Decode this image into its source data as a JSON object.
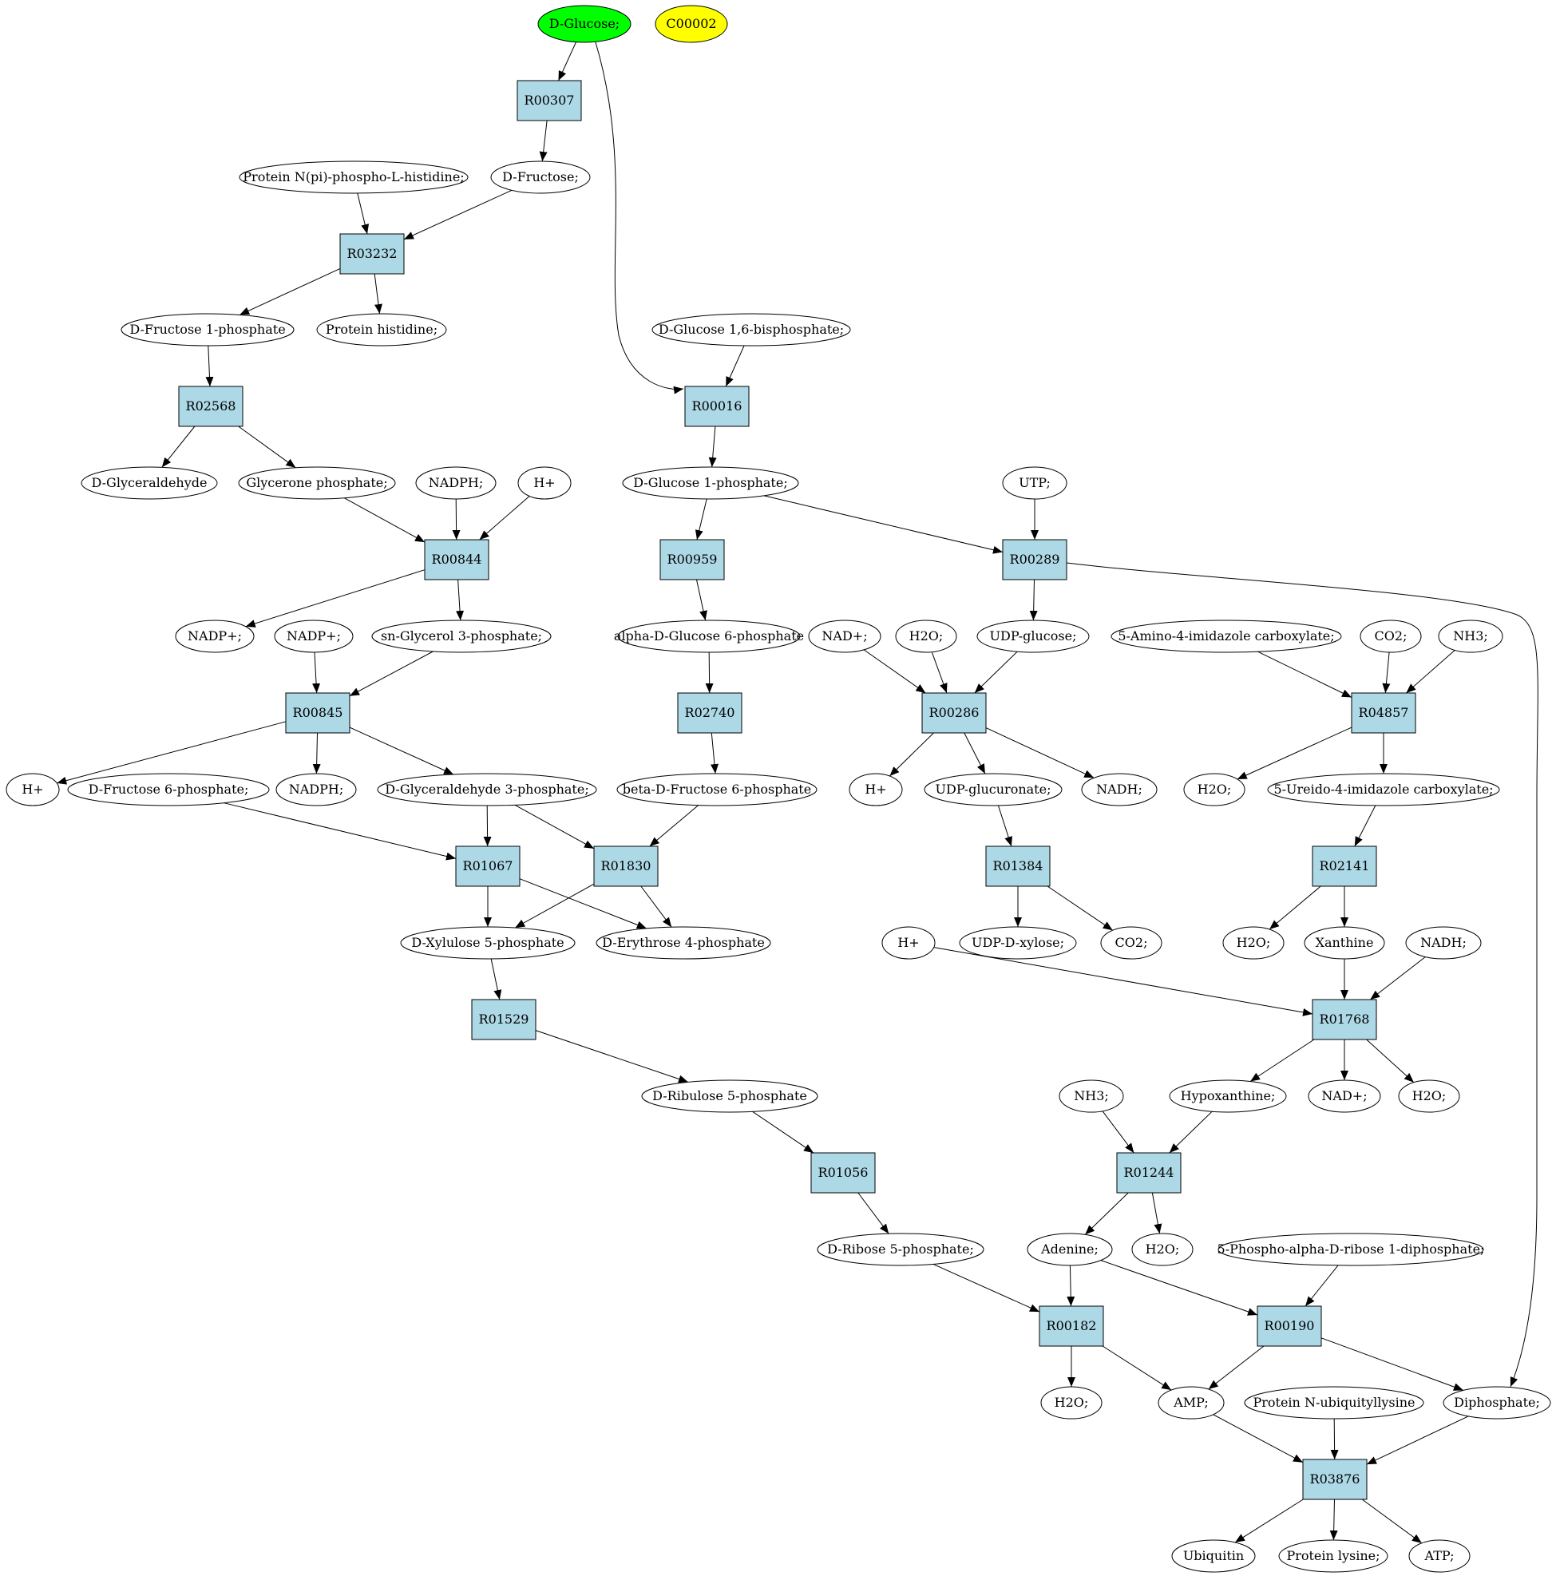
{
  "colors": {
    "start": "#00ff00",
    "target": "#ffff00",
    "reaction": "#add8e6",
    "node": "#ffffff",
    "stroke": "#000000"
  },
  "compounds": [
    {
      "id": "glc",
      "label": "D-Glucose;",
      "fill": "start"
    },
    {
      "id": "c2",
      "label": "C00002",
      "fill": "target"
    },
    {
      "id": "fru",
      "label": "D-Fructose;"
    },
    {
      "id": "pnhis",
      "label": "Protein N(pi)-phospho-L-histidine;"
    },
    {
      "id": "f1p",
      "label": "D-Fructose 1-phosphate"
    },
    {
      "id": "phis",
      "label": "Protein histidine;"
    },
    {
      "id": "g16bp",
      "label": "D-Glucose 1,6-bisphosphate;"
    },
    {
      "id": "glyal",
      "label": "D-Glyceraldehyde"
    },
    {
      "id": "gnp",
      "label": "Glycerone phosphate;"
    },
    {
      "id": "nadph1",
      "label": "NADPH;"
    },
    {
      "id": "hp1",
      "label": "H+"
    },
    {
      "id": "g1p",
      "label": "D-Glucose 1-phosphate;"
    },
    {
      "id": "utp",
      "label": "UTP;"
    },
    {
      "id": "nadp1",
      "label": "NADP+;"
    },
    {
      "id": "nadp2",
      "label": "NADP+;"
    },
    {
      "id": "g3p",
      "label": "sn-Glycerol 3-phosphate;"
    },
    {
      "id": "ag6p",
      "label": "alpha-D-Glucose 6-phosphate"
    },
    {
      "id": "nad1",
      "label": "NAD+;"
    },
    {
      "id": "h2o1",
      "label": "H2O;"
    },
    {
      "id": "udpg",
      "label": "UDP-glucose;"
    },
    {
      "id": "aica",
      "label": "5-Amino-4-imidazole carboxylate;"
    },
    {
      "id": "co2a",
      "label": "CO2;"
    },
    {
      "id": "nh3a",
      "label": "NH3;"
    },
    {
      "id": "hp2",
      "label": "H+"
    },
    {
      "id": "f6p",
      "label": "D-Fructose 6-phosphate;"
    },
    {
      "id": "nadph2",
      "label": "NADPH;"
    },
    {
      "id": "gap",
      "label": "D-Glyceraldehyde 3-phosphate;"
    },
    {
      "id": "bf6p",
      "label": "beta-D-Fructose 6-phosphate"
    },
    {
      "id": "hp3",
      "label": "H+"
    },
    {
      "id": "udpgl",
      "label": "UDP-glucuronate;"
    },
    {
      "id": "nadh1",
      "label": "NADH;"
    },
    {
      "id": "h2o2",
      "label": "H2O;"
    },
    {
      "id": "uica",
      "label": "5-Ureido-4-imidazole carboxylate;"
    },
    {
      "id": "xu5p",
      "label": "D-Xylulose 5-phosphate"
    },
    {
      "id": "e4p",
      "label": "D-Erythrose 4-phosphate"
    },
    {
      "id": "hp4",
      "label": "H+"
    },
    {
      "id": "udpx",
      "label": "UDP-D-xylose;"
    },
    {
      "id": "co2b",
      "label": "CO2;"
    },
    {
      "id": "h2o3",
      "label": "H2O;"
    },
    {
      "id": "xan",
      "label": "Xanthine"
    },
    {
      "id": "nadh2",
      "label": "NADH;"
    },
    {
      "id": "ru5p",
      "label": "D-Ribulose 5-phosphate"
    },
    {
      "id": "nh3b",
      "label": "NH3;"
    },
    {
      "id": "hyp",
      "label": "Hypoxanthine;"
    },
    {
      "id": "nad2",
      "label": "NAD+;"
    },
    {
      "id": "h2o4",
      "label": "H2O;"
    },
    {
      "id": "r5p",
      "label": "D-Ribose 5-phosphate;"
    },
    {
      "id": "ade",
      "label": "Adenine;"
    },
    {
      "id": "h2o5",
      "label": "H2O;"
    },
    {
      "id": "prpp",
      "label": "5-Phospho-alpha-D-ribose 1-diphosphate;"
    },
    {
      "id": "h2o6",
      "label": "H2O;"
    },
    {
      "id": "amp",
      "label": "AMP;"
    },
    {
      "id": "pnub",
      "label": "Protein N-ubiquityllysine"
    },
    {
      "id": "ppi",
      "label": "Diphosphate;"
    },
    {
      "id": "ubq",
      "label": "Ubiquitin"
    },
    {
      "id": "plys",
      "label": "Protein lysine;"
    },
    {
      "id": "atp",
      "label": "ATP;"
    }
  ],
  "reactions": [
    {
      "id": "r00307",
      "label": "R00307"
    },
    {
      "id": "r03232",
      "label": "R03232"
    },
    {
      "id": "r02568",
      "label": "R02568"
    },
    {
      "id": "r00016",
      "label": "R00016"
    },
    {
      "id": "r00844",
      "label": "R00844"
    },
    {
      "id": "r00959",
      "label": "R00959"
    },
    {
      "id": "r00289",
      "label": "R00289"
    },
    {
      "id": "r00845",
      "label": "R00845"
    },
    {
      "id": "r02740",
      "label": "R02740"
    },
    {
      "id": "r00286",
      "label": "R00286"
    },
    {
      "id": "r04857",
      "label": "R04857"
    },
    {
      "id": "r01067",
      "label": "R01067"
    },
    {
      "id": "r01830",
      "label": "R01830"
    },
    {
      "id": "r01384",
      "label": "R01384"
    },
    {
      "id": "r02141",
      "label": "R02141"
    },
    {
      "id": "r01529",
      "label": "R01529"
    },
    {
      "id": "r01768",
      "label": "R01768"
    },
    {
      "id": "r01056",
      "label": "R01056"
    },
    {
      "id": "r01244",
      "label": "R01244"
    },
    {
      "id": "r00182",
      "label": "R00182"
    },
    {
      "id": "r00190",
      "label": "R00190"
    },
    {
      "id": "r03876",
      "label": "R03876"
    }
  ],
  "edges": [
    [
      "glc",
      "r00307"
    ],
    [
      "glc",
      "r00016"
    ],
    [
      "r00307",
      "fru"
    ],
    [
      "pnhis",
      "r03232"
    ],
    [
      "fru",
      "r03232"
    ],
    [
      "r03232",
      "f1p"
    ],
    [
      "r03232",
      "phis"
    ],
    [
      "f1p",
      "r02568"
    ],
    [
      "r02568",
      "glyal"
    ],
    [
      "r02568",
      "gnp"
    ],
    [
      "g16bp",
      "r00016"
    ],
    [
      "r00016",
      "g1p"
    ],
    [
      "gnp",
      "r00844"
    ],
    [
      "nadph1",
      "r00844"
    ],
    [
      "hp1",
      "r00844"
    ],
    [
      "r00844",
      "nadp1"
    ],
    [
      "r00844",
      "g3p"
    ],
    [
      "g1p",
      "r00959"
    ],
    [
      "g1p",
      "r00289"
    ],
    [
      "utp",
      "r00289"
    ],
    [
      "r00289",
      "udpg"
    ],
    [
      "r00289",
      "ppi"
    ],
    [
      "nadp2",
      "r00845"
    ],
    [
      "g3p",
      "r00845"
    ],
    [
      "r00845",
      "hp2"
    ],
    [
      "r00845",
      "nadph2"
    ],
    [
      "r00845",
      "gap"
    ],
    [
      "r00959",
      "ag6p"
    ],
    [
      "ag6p",
      "r02740"
    ],
    [
      "r02740",
      "bf6p"
    ],
    [
      "nad1",
      "r00286"
    ],
    [
      "h2o1",
      "r00286"
    ],
    [
      "udpg",
      "r00286"
    ],
    [
      "r00286",
      "hp3"
    ],
    [
      "r00286",
      "udpgl"
    ],
    [
      "r00286",
      "nadh1"
    ],
    [
      "aica",
      "r04857"
    ],
    [
      "co2a",
      "r04857"
    ],
    [
      "nh3a",
      "r04857"
    ],
    [
      "r04857",
      "h2o2"
    ],
    [
      "r04857",
      "uica"
    ],
    [
      "f6p",
      "r01067"
    ],
    [
      "gap",
      "r01067"
    ],
    [
      "gap",
      "r01830"
    ],
    [
      "bf6p",
      "r01830"
    ],
    [
      "r01067",
      "xu5p"
    ],
    [
      "r01067",
      "e4p"
    ],
    [
      "r01830",
      "xu5p"
    ],
    [
      "r01830",
      "e4p"
    ],
    [
      "udpgl",
      "r01384"
    ],
    [
      "r01384",
      "udpx"
    ],
    [
      "r01384",
      "co2b"
    ],
    [
      "uica",
      "r02141"
    ],
    [
      "r02141",
      "h2o3"
    ],
    [
      "r02141",
      "xan"
    ],
    [
      "xu5p",
      "r01529"
    ],
    [
      "r01529",
      "ru5p"
    ],
    [
      "hp4",
      "r01768"
    ],
    [
      "xan",
      "r01768"
    ],
    [
      "nadh2",
      "r01768"
    ],
    [
      "r01768",
      "hyp"
    ],
    [
      "r01768",
      "nad2"
    ],
    [
      "r01768",
      "h2o4"
    ],
    [
      "ru5p",
      "r01056"
    ],
    [
      "r01056",
      "r5p"
    ],
    [
      "nh3b",
      "r01244"
    ],
    [
      "hyp",
      "r01244"
    ],
    [
      "r01244",
      "ade"
    ],
    [
      "r01244",
      "h2o5"
    ],
    [
      "r5p",
      "r00182"
    ],
    [
      "ade",
      "r00182"
    ],
    [
      "ade",
      "r00190"
    ],
    [
      "prpp",
      "r00190"
    ],
    [
      "r00182",
      "h2o6"
    ],
    [
      "r00182",
      "amp"
    ],
    [
      "r00190",
      "amp"
    ],
    [
      "r00190",
      "ppi"
    ],
    [
      "amp",
      "r03876"
    ],
    [
      "pnub",
      "r03876"
    ],
    [
      "ppi",
      "r03876"
    ],
    [
      "r03876",
      "ubq"
    ],
    [
      "r03876",
      "plys"
    ],
    [
      "r03876",
      "atp"
    ]
  ]
}
